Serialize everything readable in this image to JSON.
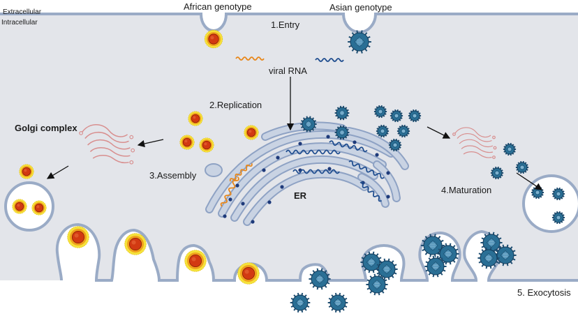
{
  "labels": {
    "extracellular": "Extracellular",
    "intracellular": "Intracellular",
    "african_genotype": "African genotype",
    "asian_genotype": "Asian genotype",
    "entry": "1.Entry",
    "viral_rna": "viral RNA",
    "replication": "2.Replication",
    "golgi_complex": "Golgi complex",
    "assembly": "3.Assembly",
    "er": "ER",
    "maturation": "4.Maturation",
    "exocytosis": "5. Exocytosis"
  },
  "colors": {
    "cytoplasm": "#e3e5ea",
    "membrane": "#9aabc6",
    "african_virion_core": "#d23a12",
    "african_virion_ring": "#f0a11c",
    "african_virion_spikes": "#f5e23a",
    "asian_virion": "#2a6f95",
    "er": "#c9d3e3",
    "golgi": "#d88f8f",
    "african_rna": "#e8871a",
    "asian_rna": "#1f4d8f"
  },
  "icons": [
    "african-virion-icon",
    "asian-virion-icon",
    "golgi-icon",
    "er-icon",
    "arrow-icon"
  ]
}
